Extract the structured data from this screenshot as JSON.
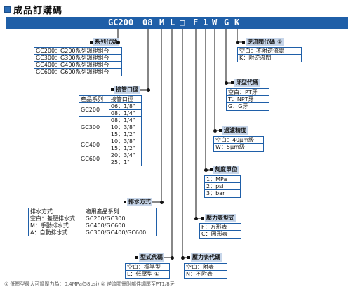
{
  "title": "成品訂購碼",
  "code": {
    "model": "GC200",
    "port": "08",
    "m": "M",
    "l": "L",
    "box": "□",
    "f": "F",
    "one": "1",
    "w": "W",
    "g": "G",
    "k": "K"
  },
  "series": {
    "label": "系列代號",
    "rows": [
      "GC200：G200系列調理組合",
      "GC300：G300系列調理組合",
      "GC400：G400系列調理組合",
      "GC600：G600系列調理組合"
    ]
  },
  "port_size": {
    "label": "接管口徑",
    "headers": [
      "產品系列",
      "接管口徑"
    ],
    "groups": [
      {
        "series": "GC200",
        "sizes": [
          "06：1/8\"",
          "08：1/4\""
        ]
      },
      {
        "series": "GC300",
        "sizes": [
          "08：1/4\"",
          "10：3/8\"",
          "15：1/2\""
        ]
      },
      {
        "series": "GC400",
        "sizes": [
          "10：3/8\"",
          "15：1/2\""
        ]
      },
      {
        "series": "GC600",
        "sizes": [
          "20：3/4\"",
          "25：1\""
        ]
      }
    ]
  },
  "drain": {
    "label": "排水方式",
    "headers": [
      "排水方式",
      "適用產品系列"
    ],
    "rows": [
      [
        "空白：差壓排水式",
        "GC200/GC300"
      ],
      [
        "M：手動排水式",
        "GC400/GC600"
      ],
      [
        "A：自動排水式",
        "GC300/GC400/GC600"
      ]
    ]
  },
  "model_type": {
    "label": "型式代碼",
    "rows": [
      "空白：標準型",
      "L：低壓型 ①"
    ]
  },
  "gauge_code": {
    "label": "壓力表代碼",
    "rows": [
      "空白：附表",
      "N：不附表"
    ]
  },
  "gauge_type": {
    "label": "壓力表型式",
    "rows": [
      "F：方形表",
      "C：圓形表"
    ]
  },
  "scale_unit": {
    "label": "刻度單位",
    "rows": [
      "1：MPa",
      "2：psi",
      "3：bar"
    ]
  },
  "filter": {
    "label": "過濾精度",
    "rows": [
      "空白：40μm級",
      "W：5μm級"
    ]
  },
  "thread": {
    "label": "牙型代碼",
    "rows": [
      "空白：PT牙",
      "T：NPT牙",
      "G：G牙"
    ]
  },
  "check_valve": {
    "label": "逆流閥代碼",
    "note": "②",
    "rows": [
      "空白：不附逆流閥",
      "K：附逆流閥"
    ]
  },
  "footnote": "① 低壓型最大可調壓力為：0.4MPa(58psi)  ② 逆流閥需附部件調壓至PT1/8牙",
  "colors": {
    "accent": "#1f5fa8",
    "label_bg": "#c7d6ea",
    "title_icon": "#2a6bb5"
  }
}
